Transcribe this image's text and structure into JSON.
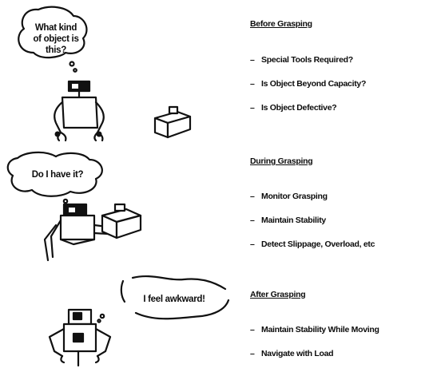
{
  "bubbles": {
    "kind_of_object": "What kind of object is this?",
    "do_i_have_it": "Do I have it?",
    "feel_awkward": "I feel awkward!"
  },
  "sections": [
    {
      "heading": "Before Grasping",
      "items": [
        "Special Tools Required?",
        "Is Object Beyond Capacity?",
        "Is Object Defective?"
      ]
    },
    {
      "heading": "During Grasping",
      "items": [
        "Monitor Grasping",
        "Maintain Stability",
        "Detect Slippage, Overload, etc"
      ]
    },
    {
      "heading": "After Grasping",
      "items": [
        "Maintain Stability While Moving",
        "Navigate with Load"
      ]
    }
  ],
  "bullet_glyph": "–"
}
